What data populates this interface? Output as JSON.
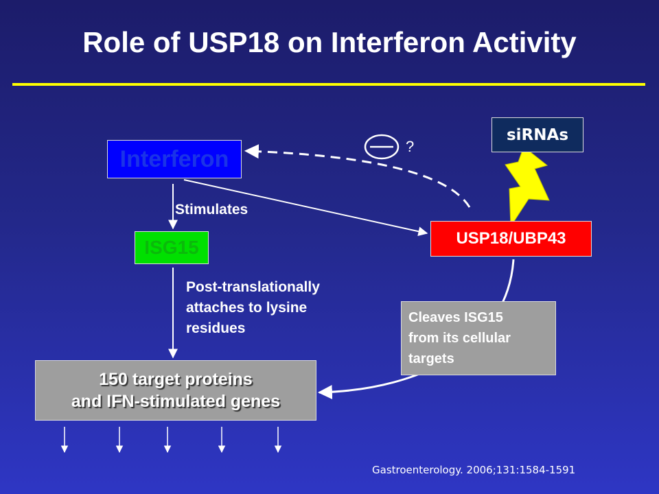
{
  "title": "Role of USP18 on Interferon Activity",
  "nodes": {
    "interferon": "Interferon",
    "isg15": "ISG15",
    "usp18": "USP18/UBP43",
    "sirnas": "siRNAs",
    "targets_line1": "150 target proteins",
    "targets_line2": "and IFN-stimulated genes",
    "cleaves_line1": "Cleaves ISG15",
    "cleaves_line2": "from its cellular",
    "cleaves_line3": "targets"
  },
  "labels": {
    "stimulates": "Stimulates",
    "post_line1": "Post-translationally",
    "post_line2": "attaches to lysine",
    "post_line3": "residues",
    "question": "?"
  },
  "citation": "Gastroenterology. 2006;131:1584-1591",
  "colors": {
    "title_rule": "#ffff00",
    "interferon": "#0000ff",
    "isg15": "#00e000",
    "usp18": "#ff0000",
    "sirnas": "#0f2b5e",
    "grey_box": "#9e9e9e",
    "lightning": "#ffff00"
  },
  "icons": [
    "minus-inhibition-icon",
    "lightning-bolt-icon"
  ]
}
